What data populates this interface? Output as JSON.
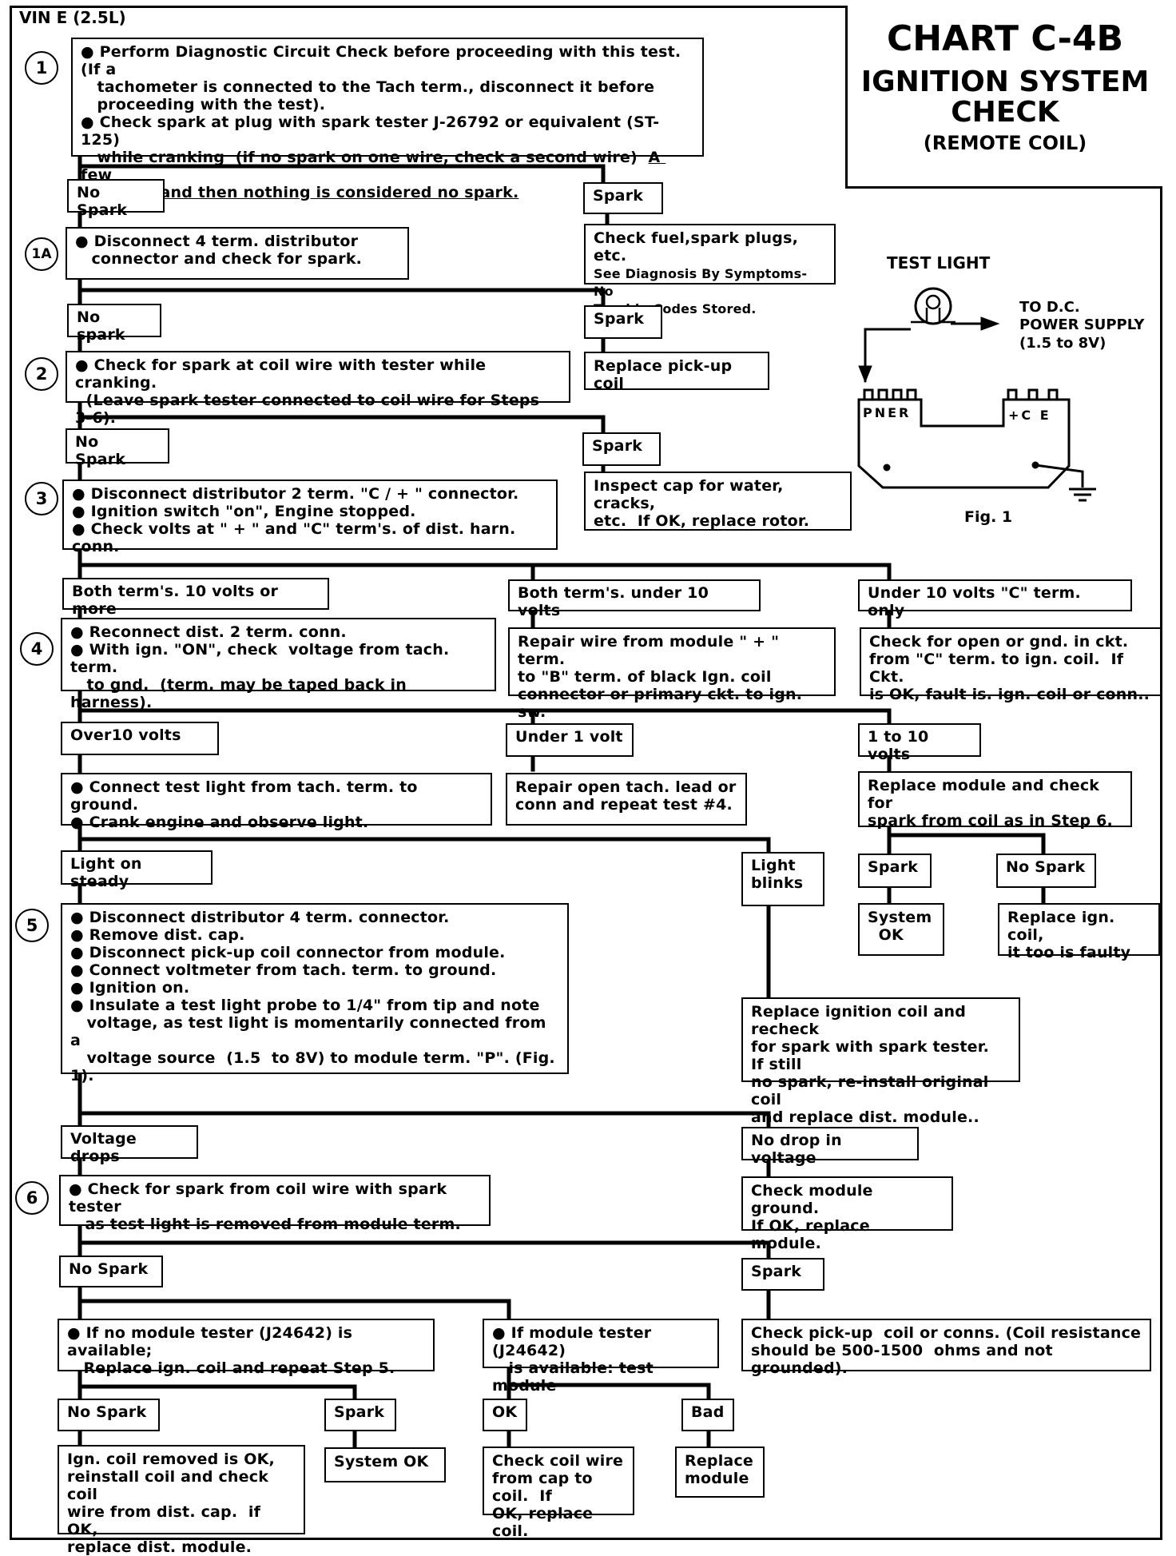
{
  "header": {
    "vin": "VIN E (2.5L)"
  },
  "title": {
    "line1": "CHART  C-4B",
    "line2": "IGNITION SYSTEM",
    "line3": "CHECK",
    "line4": "(REMOTE COIL)"
  },
  "figure": {
    "test_light": "TEST LIGHT",
    "to_dc_1": "TO D.C.",
    "to_dc_2": "POWER SUPPLY",
    "to_dc_3": "(1.5 to 8V)",
    "left_terms": "PNER",
    "right_terms": "+C E",
    "caption": "Fig. 1"
  },
  "steps": {
    "s1": "1",
    "s1a": "1A",
    "s2": "2",
    "s3": "3",
    "s4": "4",
    "s5": "5",
    "s6": "6"
  },
  "boxes": {
    "step1_main": "● Perform Diagnostic Circuit Check before proceeding with this test. (If a\n   tachometer is connected to the Tach term., disconnect it before\n   proceeding with the test).\n● Check spark at plug with spark tester J-26792 or equivalent (ST-125)\n   while cranking  (if no spark on one wire, check a second wire)  ",
    "step1_underline1": "A few",
    "step1_underline2": "sparks and then nothing is considered no spark.",
    "s1_nospark": "No Spark",
    "s1_spark": "Spark",
    "s1_spark_action_1": "Check fuel,spark plugs, etc.",
    "s1_spark_action_2": "See Diagnosis By Symptoms- No\nTrouble Codes Stored.",
    "step1a": "● Disconnect 4 term. distributor\n   connector and check for spark.",
    "s1a_nospark": "No spark",
    "s1a_spark": "Spark",
    "s1a_spark_action": "Replace pick-up coil",
    "step2": "● Check for spark at coil wire with tester while cranking.\n  (Leave spark tester connected to coil wire for Steps 3-6).",
    "s2_nospark": "No  Spark",
    "s2_spark": "Spark",
    "s2_spark_action": "Inspect cap for water, cracks,\netc.  If OK, replace rotor.",
    "step3": "● Disconnect distributor 2 term. \"C / + \" connector.\n● Ignition switch \"on\", Engine stopped.\n● Check volts at \" + \" and \"C\" term's. of dist. harn. conn.",
    "s3_both10": "Both term's. 10 volts or more",
    "s3_under10": "Both term's. under 10 volts",
    "s3_conly": "Under 10 volts \"C\" term. only",
    "s3_under10_action": "Repair wire from module \" + \" term.\nto \"B\" term. of black Ign. coil\nconnector or primary ckt. to ign. sw.",
    "s3_conly_action": "Check for open or gnd. in ckt.\nfrom \"C\" term. to ign. coil.  If Ckt.\nis OK, fault is. ign. coil or conn..",
    "step4": "● Reconnect dist. 2 term. conn.\n● With ign. \"ON\", check  voltage from tach. term.\n   to gnd.  (term. may be taped back in harness).",
    "s4_over10": "Over10 volts",
    "s4_under1": "Under 1 volt",
    "s4_1to10": "1 to 10 volts",
    "s4_over10_action": "● Connect test light from tach. term. to ground.\n● Crank engine and observe light.",
    "s4_under1_action": "Repair open tach. lead or\nconn and repeat test #4.",
    "s4_1to10_action": "Replace module and check for\nspark from coil as in Step 6.",
    "s4b_spark": "Spark",
    "s4b_nospark": "No Spark",
    "s4b_system_ok": "System\n  OK",
    "s4b_replace_coil": "Replace ign. coil,\nit too is faulty",
    "light_steady": "Light on steady",
    "light_blinks": "Light\nblinks",
    "step5": "● Disconnect distributor 4 term. connector.\n● Remove dist. cap.\n● Disconnect pick-up coil connector from module.\n● Connect voltmeter from tach. term. to ground.\n● Ignition on.\n● Insulate a test light probe to 1/4\" from tip and note\n   voltage, as test light is momentarily connected from a\n   voltage source  (1.5  to 8V) to module term. \"P\". (Fig. 1).",
    "blinks_action": "Replace ignition coil and recheck\nfor spark with spark tester.  If still\nno spark, re-install original coil\nand replace dist. module..",
    "s5_drops": "Voltage drops",
    "s5_nodrop": "No drop in voltage",
    "s5_nodrop_action": "Check module ground.\nIf OK, replace module.",
    "step6": "● Check for spark from coil wire with spark tester\n   as test light is removed from module term.",
    "s6_nospark": "No Spark",
    "s6_spark": "Spark",
    "s6_spark_action": "Check pick-up  coil or conns. (Coil resistance\nshould be 500-1500  ohms and not grounded).",
    "s6_no_tester": "● If no module tester (J24642) is available;\n   Replace ign. coil and repeat Step 5.",
    "s6_tester": "● If module tester (J24642)\n   is available: test module",
    "s6a_nospark": "No Spark",
    "s6a_spark": "Spark",
    "s6a_nospark_action": "Ign. coil removed is OK,\nreinstall coil and check coil\nwire from dist. cap.  if OK,\nreplace dist. module.",
    "s6a_system_ok": "System OK",
    "s6b_ok": "OK",
    "s6b_bad": "Bad",
    "s6b_ok_action": "Check coil wire\nfrom cap to coil.  If\nOK, replace coil.",
    "s6b_bad_action": "Replace\nmodule"
  }
}
